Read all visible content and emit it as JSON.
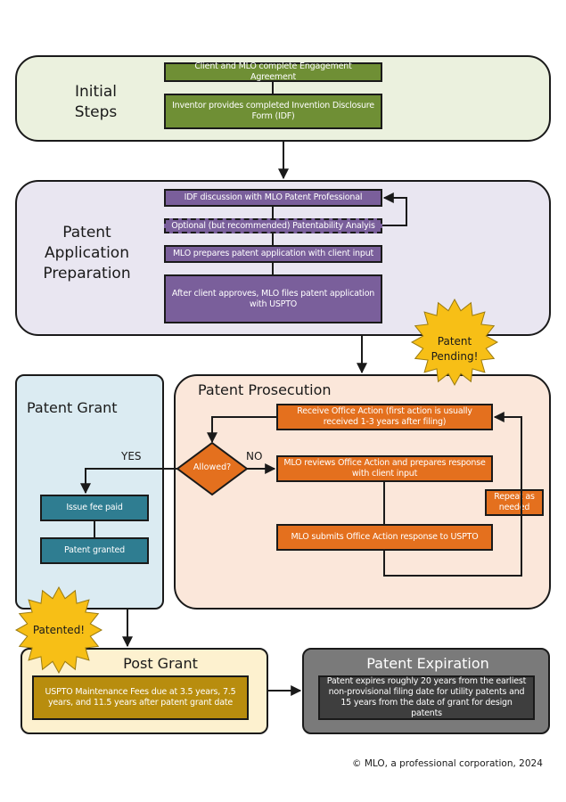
{
  "initial_steps": {
    "title_line1": "Initial",
    "title_line2": "Steps",
    "steps": [
      "Client and MLO complete Engagement Agreement",
      "Inventor provides completed Invention Disclosure Form (IDF)"
    ]
  },
  "application_preparation": {
    "title_line1": "Patent",
    "title_line2": "Application",
    "title_line3": "Preparation",
    "steps": [
      "IDF discussion with MLO Patent Professional",
      "Optional (but recommended) Patentability Analyis",
      "MLO prepares patent application with client input",
      "After client approves, MLO files patent application with USPTO"
    ]
  },
  "badges": {
    "pending_line1": "Patent",
    "pending_line2": "Pending!",
    "patented": "Patented!"
  },
  "prosecution": {
    "title": "Patent Prosecution",
    "receive": "Receive Office Action (first action is usually received 1-3 years after filing)",
    "decision": "Allowed?",
    "no_label": "NO",
    "yes_label": "YES",
    "review": "MLO reviews Office Action and prepares response with client input",
    "submit": "MLO submits Office Action response to USPTO",
    "repeat": "Repeat as needed"
  },
  "grant": {
    "title": "Patent Grant",
    "steps": [
      "Issue fee paid",
      "Patent granted"
    ]
  },
  "post_grant": {
    "title": "Post Grant",
    "text": "USPTO Maintenance Fees due at 3.5 years, 7.5 years, and 11.5 years after patent grant date"
  },
  "expiration": {
    "title": "Patent Expiration",
    "text": "Patent expires roughly 20 years from the earliest non-provisional filing date for utility patents and 15 years from the date of grant for design patents"
  },
  "footer": "© MLO, a professional corporation, 2024",
  "colors": {
    "initial_bg": "#ebf1de",
    "prep_bg": "#e9e6f1",
    "prosecution_bg": "#fbe7da",
    "grant_bg": "#dbebf2",
    "post_grant_bg": "#fdf1cf",
    "expiration_bg": "#7a7a7a",
    "badge": "#f7bf16"
  }
}
